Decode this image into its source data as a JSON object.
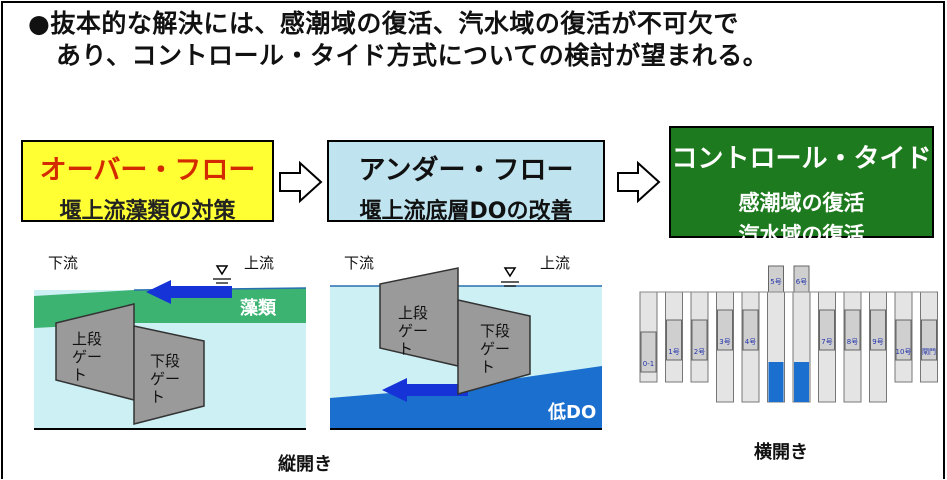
{
  "headline": {
    "line1": "●抜本的な解決には、感潮域の復活、汽水域の復活が不可欠で",
    "line2": "あり、コントロール・タイド方式についての検討が望まれる。"
  },
  "stages": [
    {
      "title": "オーバー・フロー",
      "subtitle": "堰上流藻類の対策"
    },
    {
      "title": "アンダー・フロー",
      "subtitle": "堰上流底層DOの改善"
    },
    {
      "title": "コントロール・タイド",
      "subtitle": "感潮域の復活",
      "subtitle2": "汽水域の復活"
    }
  ],
  "diagram1": {
    "downstream": "下流",
    "upstream": "上流",
    "algae": "藻類",
    "upper_gate": "上段ゲート",
    "lower_gate": "下段ゲート"
  },
  "diagram2": {
    "downstream": "下流",
    "upstream": "上流",
    "upper_gate": "上段ゲート",
    "lower_gate": "下段ゲート",
    "low_do": "低DO"
  },
  "captions": {
    "vertical": "縦開き",
    "horizontal": "横開き"
  },
  "gate_labels": {
    "top": [
      "5号",
      "6号"
    ],
    "left": [
      "0-1",
      "1号",
      "2号"
    ],
    "mid": [
      "3号",
      "4号"
    ],
    "right": [
      "7号",
      "8号",
      "9号"
    ],
    "far_right": [
      "10号",
      "閘門"
    ]
  },
  "colors": {
    "overflow_box": "#ffff33",
    "overflow_text": "#d42a00",
    "underflow_box": "#bfe4ef",
    "control_box": "#1e7a1e",
    "algae_green": "#3cb371",
    "water_light": "#cdf0f5",
    "low_do_blue": "#1a6fcf",
    "arrow_blue": "#1533d6",
    "gate_gray": "#9a9a9a"
  }
}
